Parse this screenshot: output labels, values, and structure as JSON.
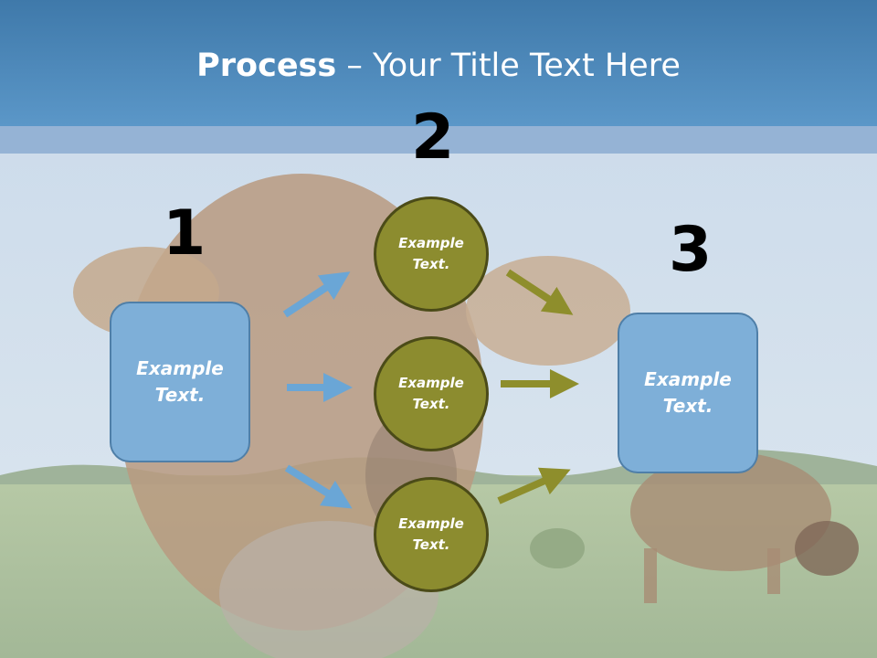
{
  "title": {
    "bold": "Process",
    "rest": " – Your Title Text Here"
  },
  "steps": {
    "one": {
      "number": "1",
      "text": "Example Text."
    },
    "two": {
      "number": "2",
      "circles": [
        "Example Text.",
        "Example Text.",
        "Example Text."
      ]
    },
    "three": {
      "number": "3",
      "text": "Example Text."
    }
  },
  "colors": {
    "header": "#4f89bb",
    "box_fill": "#7eafd8",
    "circle_fill": "#8c8c2f",
    "blue_arrow": "#6aa6d6",
    "olive_arrow": "#8e8e2c"
  }
}
